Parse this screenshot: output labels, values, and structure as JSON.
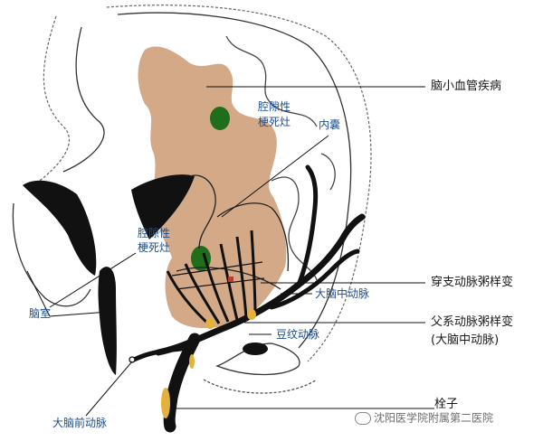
{
  "labels": {
    "small_vessel": "脑小血管疾病",
    "lacune_top_1": "腔隙性",
    "lacune_top_2": "梗死灶",
    "internal_capsule": "内囊",
    "lacune_mid_1": "腔隙性",
    "lacune_mid_2": "梗死灶",
    "perforator_atheroma": "穿支动脉粥样变",
    "mca": "大脑中动脉",
    "parent_atheroma": "父系动脉粥样变",
    "parent_atheroma_sub": "(大脑中动脉)",
    "lenticulostriate": "豆纹动脉",
    "ventricle": "脑室",
    "aca": "大脑前动脉",
    "thrombus": "栓子"
  },
  "watermark": "沈阳医学院附属第二医院",
  "colors": {
    "lesion_region": "#d4a987",
    "infarct": "#1f6e1c",
    "vessel": "#111111",
    "plaque": "#e3b23c",
    "label_blue": "#1f4e8c"
  }
}
